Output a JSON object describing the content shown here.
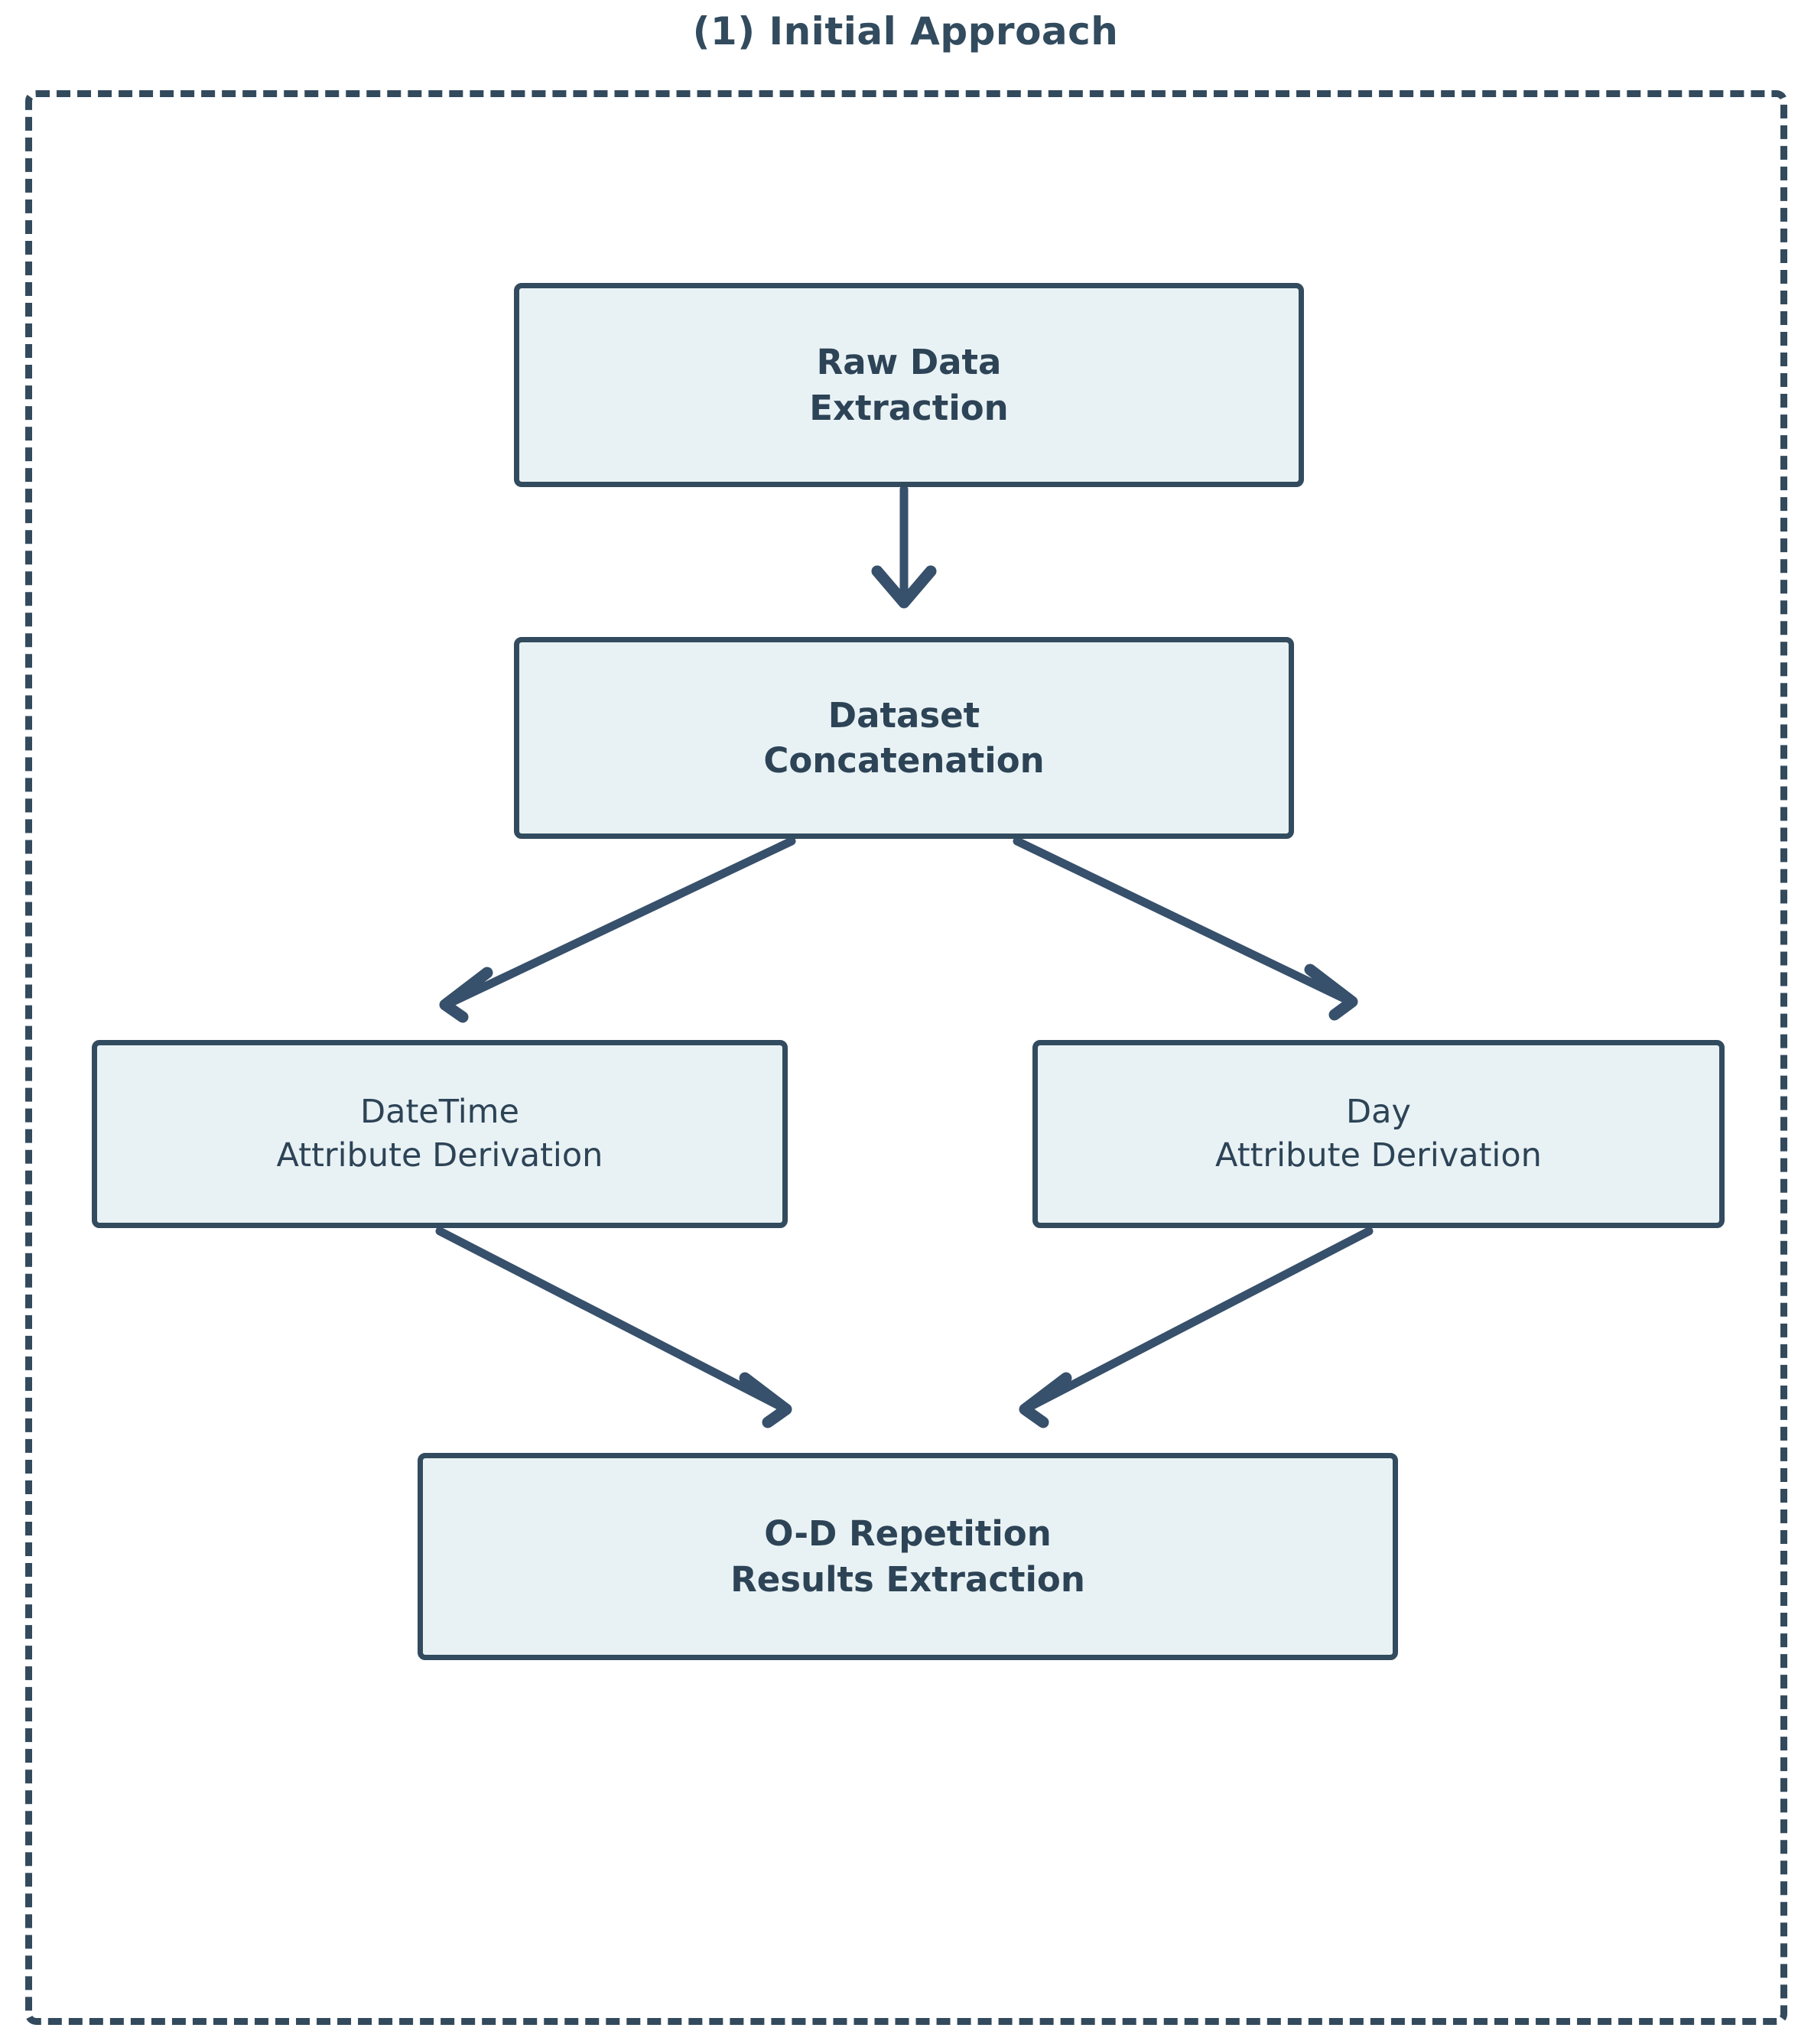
{
  "diagram": {
    "title": "(1) Initial Approach",
    "container_label": "initial-approach-region",
    "colors": {
      "node_fill": "#e8f2f4",
      "node_border": "#324b5e",
      "text": "#2d4356",
      "arrow": "#37506b",
      "container_border": "#334a5d",
      "background": "#ffffff"
    },
    "nodes": [
      {
        "id": "raw-data-extraction",
        "label": "Raw Data\nExtraction",
        "line1": "Raw Data",
        "line2": "Extraction",
        "weight": "bold"
      },
      {
        "id": "dataset-concatenation",
        "label": "Dataset\nConcatenation",
        "line1": "Dataset",
        "line2": "Concatenation",
        "weight": "bold"
      },
      {
        "id": "datetime-attribute-derivation",
        "label": "DateTime\nAttribute Derivation",
        "line1": "DateTime",
        "line2": "Attribute Derivation",
        "weight": "regular"
      },
      {
        "id": "day-attribute-derivation",
        "label": "Day\nAttribute Derivation",
        "line1": "Day",
        "line2": "Attribute Derivation",
        "weight": "regular"
      },
      {
        "id": "od-repetition-results-extraction",
        "label": "O-D Repetition\nResults Extraction",
        "line1": "O-D Repetition",
        "line2": "Results Extraction",
        "weight": "bold"
      }
    ],
    "edges": [
      {
        "from": "raw-data-extraction",
        "to": "dataset-concatenation",
        "style": "straight-down-arrow"
      },
      {
        "from": "dataset-concatenation",
        "to": "datetime-attribute-derivation",
        "style": "diagonal-down-left-arrow"
      },
      {
        "from": "dataset-concatenation",
        "to": "day-attribute-derivation",
        "style": "diagonal-down-right-arrow"
      },
      {
        "from": "datetime-attribute-derivation",
        "to": "od-repetition-results-extraction",
        "style": "diagonal-down-right-arrow"
      },
      {
        "from": "day-attribute-derivation",
        "to": "od-repetition-results-extraction",
        "style": "diagonal-down-left-arrow"
      }
    ]
  }
}
